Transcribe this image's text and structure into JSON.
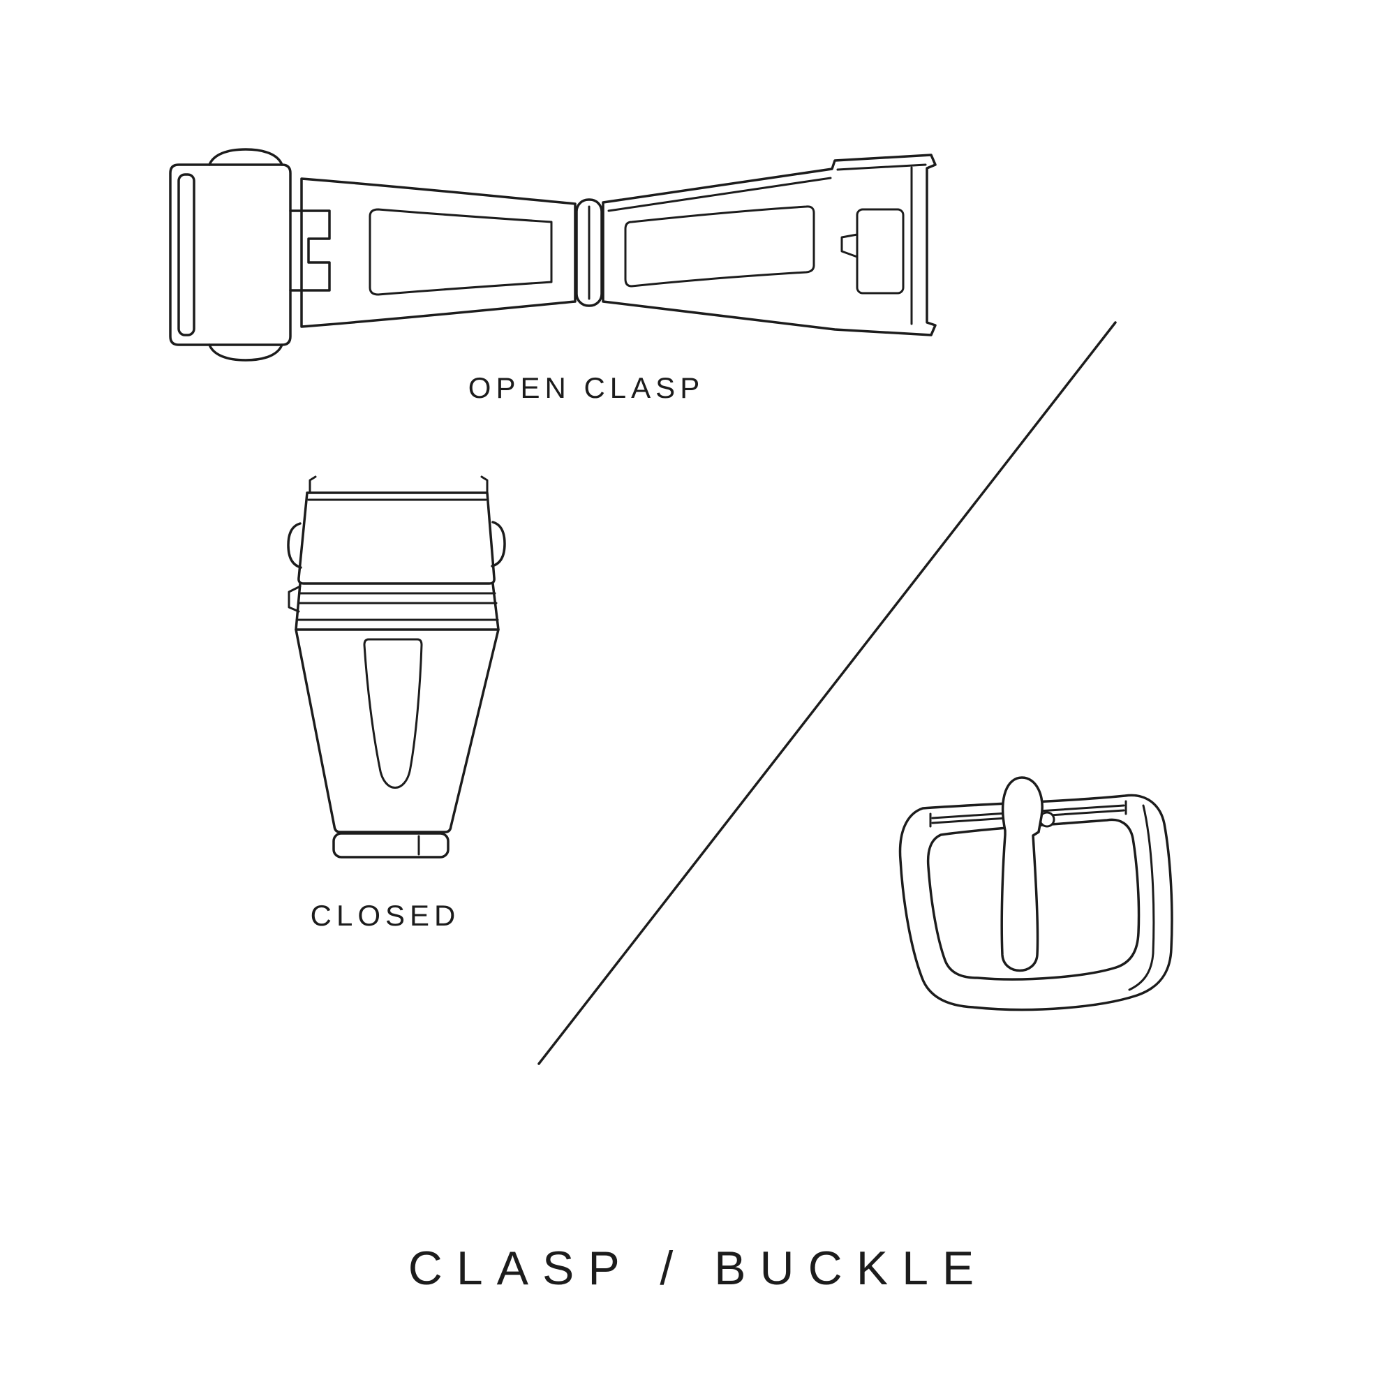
{
  "colors": {
    "background": "#ffffff",
    "line": "#1c1c1c",
    "text": "#1c1c1c"
  },
  "labels": {
    "open_clasp": "OPEN CLASP",
    "closed": "CLOSED",
    "title": "CLASP / BUCKLE"
  },
  "illustrations": {
    "open_clasp": "open-deployant-clasp-line-drawing",
    "closed_clasp": "closed-deployant-clasp-line-drawing",
    "buckle": "tang-buckle-line-drawing",
    "divider": "diagonal-divider-line"
  }
}
